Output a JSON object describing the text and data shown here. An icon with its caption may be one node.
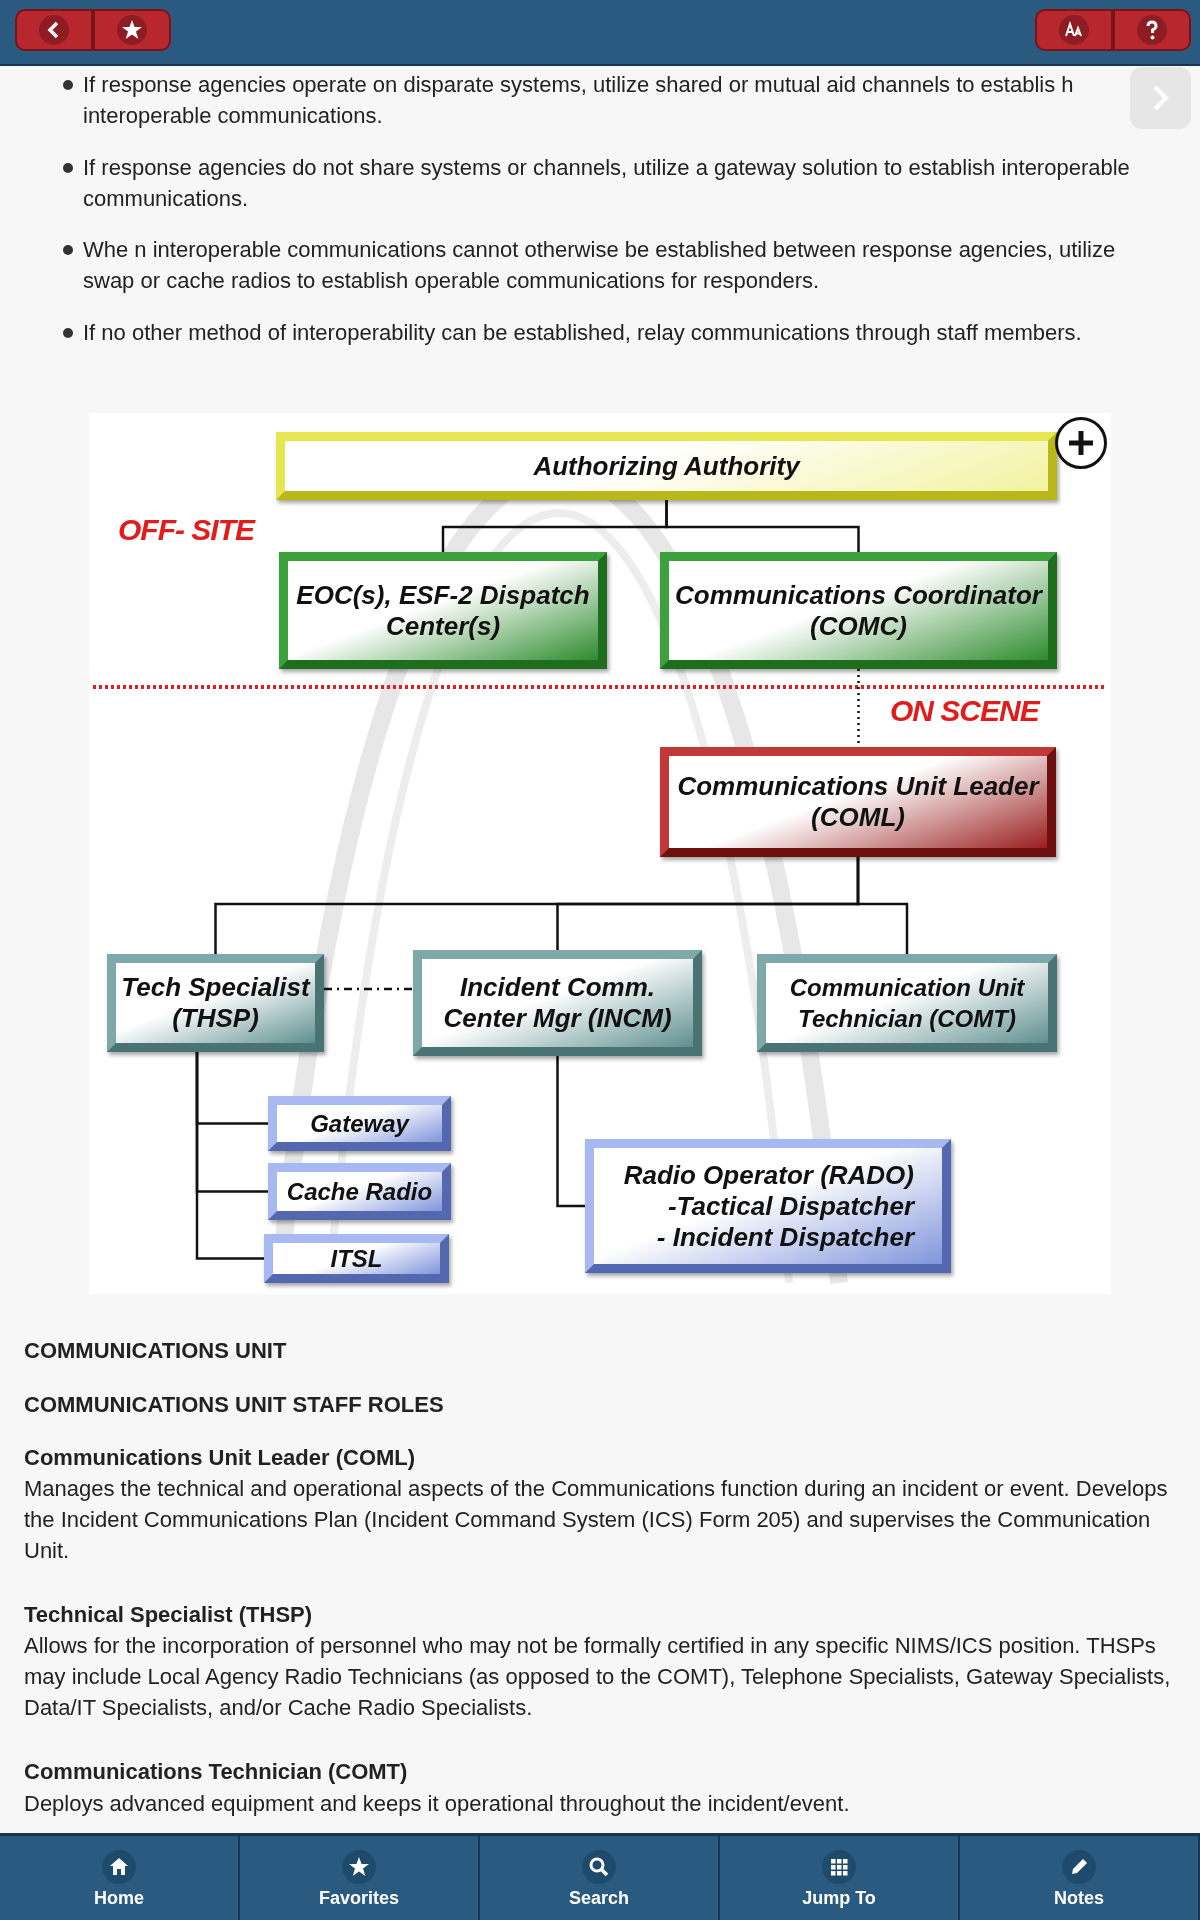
{
  "diagram": {
    "nodes": [
      {
        "text": [
          "Authorizing Authority"
        ]
      },
      {
        "text": [
          "EOC(s), ESF-2 Dispatch Center(s)"
        ]
      },
      {
        "text": [
          "Communications Coordinator (COMC)"
        ]
      },
      {
        "text": [
          "Communications Unit Leader (COML)"
        ]
      },
      {
        "text": [
          "Tech Specialist (THSP)"
        ]
      },
      {
        "text": [
          "Incident Comm. Center Mgr (INCM)"
        ]
      },
      {
        "text": [
          "Communication Unit Technician (COMT)"
        ]
      },
      {
        "text": [
          "Gateway"
        ]
      },
      {
        "text": [
          "Cache Radio"
        ]
      },
      {
        "text": [
          "ITSL"
        ]
      },
      {
        "text": [
          "Radio Operator (RADO)",
          "-Tactical Dispatcher",
          "- Incident Dispatcher"
        ]
      }
    ],
    "edges": [
      {
        "from": 0,
        "to": 1,
        "arrow": "none"
      },
      {
        "from": 0,
        "to": 2,
        "arrow": "none"
      },
      {
        "from": 2,
        "to": 3,
        "arrow": "none",
        "style": "dashed"
      },
      {
        "from": 3,
        "to": 4,
        "arrow": "none"
      },
      {
        "from": 3,
        "to": 5,
        "arrow": "none"
      },
      {
        "from": 3,
        "to": 6,
        "arrow": "none"
      },
      {
        "from": 4,
        "to": 5,
        "arrow": "none",
        "style": "dashed"
      },
      {
        "from": 4,
        "to": 7,
        "arrow": "none"
      },
      {
        "from": 4,
        "to": 8,
        "arrow": "none"
      },
      {
        "from": 4,
        "to": 9,
        "arrow": "none"
      },
      {
        "from": 5,
        "to": 10,
        "arrow": "none"
      }
    ],
    "labels": [
      "If response agencies operate on disparate systems, utilize shared or mutual aid channels to establis h interoperable communications.",
      "If response agencies do not share systems or channels, utilize a gateway solution to establish interoperable communications.",
      "Whe n interoperable communications cannot otherwise be established between response agencies, utilize swap or cache radios to establish operable communications for responders.",
      "If no other method of interoperability can be established, relay communications through staff members.",
      "OFF- SITE",
      "ON SCENE",
      "COMMUNICATIONS UNIT",
      "COMMUNICATIONS UNIT STAFF ROLES",
      "Communications Unit Leader (COML)",
      "Manages the technical and operational aspects of the Communications function during an incident or event. Develops the Incident Communications Plan (Incident Command System (ICS) Form 205) and supervises the Communication Unit.",
      "Technical Specialist (THSP)",
      "Allows for the incorporation of personnel who may not be formally certified in any specific NIMS/ICS position. THSPs may include Local Agency Radio Technicians (as opposed to the COMT), Telephone Specialists, Gateway Specialists, Data/IT Specialists, and/or Cache Radio Specialists.",
      "Communications Technician (COMT)",
      "Deploys advanced equipment and keeps it operational throughout the incident/event.",
      "Home",
      "Favorites",
      "Search",
      "Jump To",
      "Notes"
    ]
  }
}
